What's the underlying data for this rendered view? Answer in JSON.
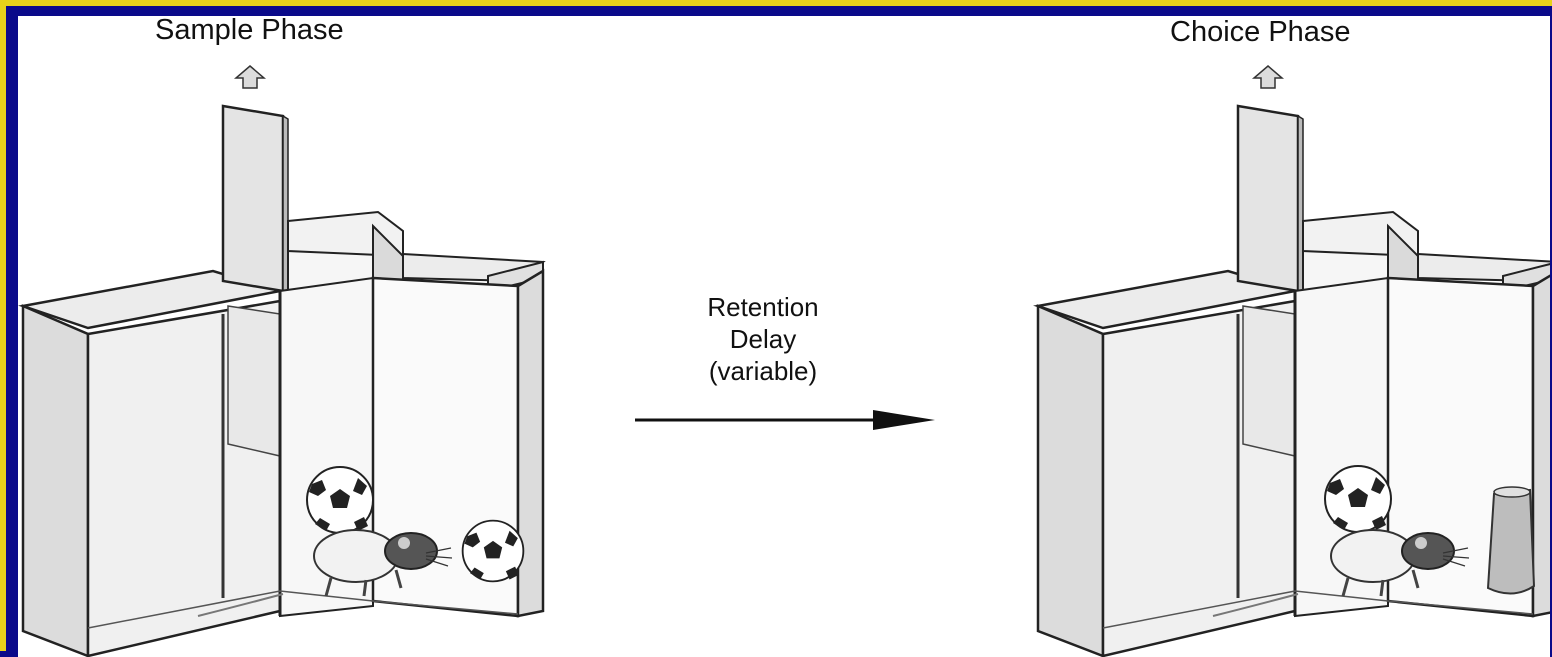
{
  "sample_phase": {
    "title": "Sample Phase"
  },
  "choice_phase": {
    "title": "Choice Phase"
  },
  "delay": {
    "line1": "Retention",
    "line2": "Delay",
    "line3": "(variable)"
  },
  "colors": {
    "frame_border": "#e6d21a",
    "background": "#0a0a8a",
    "panel": "#ffffff"
  },
  "icons": [
    "up-arrow-icon",
    "right-arrow-icon",
    "soccer-ball-icon",
    "rat-icon",
    "cup-icon"
  ]
}
